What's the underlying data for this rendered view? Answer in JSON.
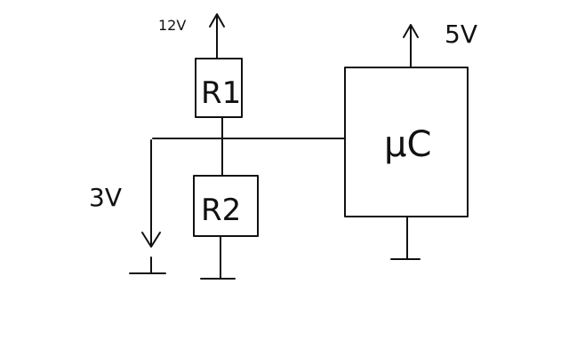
{
  "diagram": {
    "supply_12v": "12V",
    "supply_5v": "5V",
    "divider_output": "3V",
    "resistor_top": "R1",
    "resistor_bottom": "R2",
    "controller": "µC"
  }
}
